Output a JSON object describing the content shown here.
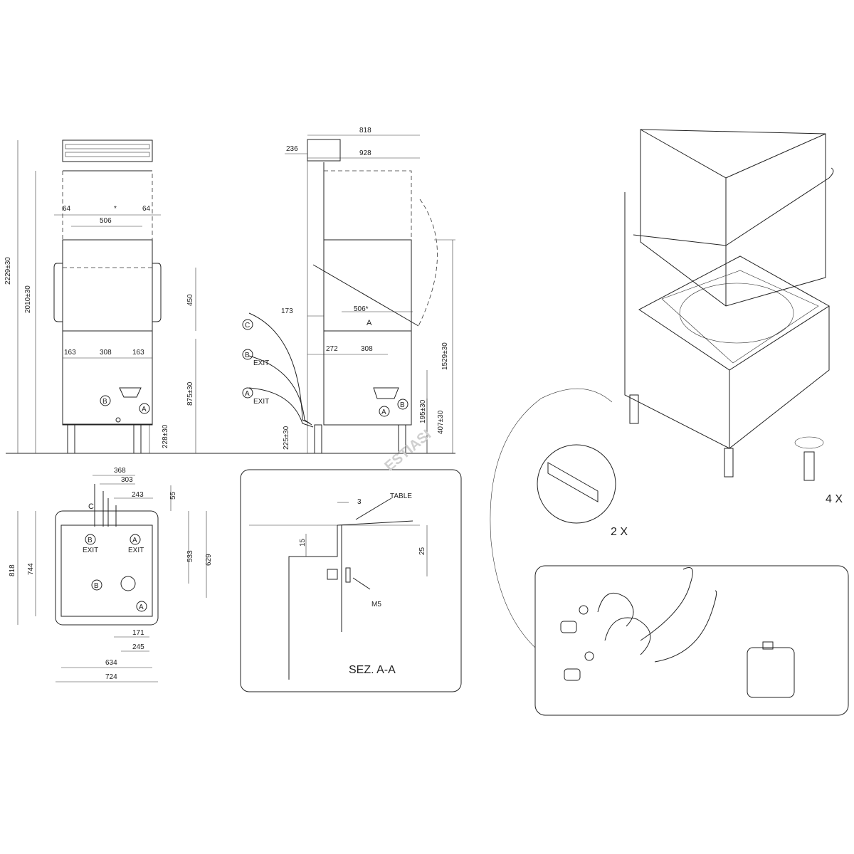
{
  "watermark": "ESTIASI",
  "front_view": {
    "dims": [
      "2229±30",
      "2010±30",
      "64",
      "64",
      "506",
      "450",
      "163",
      "308",
      "163",
      "875±30",
      "228±30"
    ],
    "star": "*",
    "labels": [
      "B",
      "A"
    ]
  },
  "side_view": {
    "dims": [
      "818",
      "236",
      "928",
      "173",
      "506*",
      "272",
      "308",
      "1529±30",
      "225±30",
      "195±30",
      "407±30"
    ],
    "section_mark": "A",
    "pipes": [
      {
        "letter": "C",
        "text": ""
      },
      {
        "letter": "B",
        "text": "EXIT"
      },
      {
        "letter": "A",
        "text": "EXIT"
      }
    ],
    "labels": [
      "A",
      "B"
    ]
  },
  "plan_view": {
    "dims": [
      "368",
      "303",
      "243",
      "55",
      "533",
      "629",
      "744",
      "818",
      "171",
      "245",
      "634",
      "724"
    ],
    "c_label": "C",
    "conn_labels": [
      {
        "letter": "B",
        "text": "EXIT"
      },
      {
        "letter": "A",
        "text": "EXIT"
      },
      {
        "letter": "B",
        "text": ""
      },
      {
        "letter": "A",
        "text": ""
      }
    ]
  },
  "section": {
    "title": "SEZ. A-A",
    "table_label": "TABLE",
    "dims": [
      "3",
      "15",
      "25"
    ],
    "screw": "M5"
  },
  "iso": {
    "qty_feet": "4 X",
    "qty_brackets": "2 X"
  }
}
